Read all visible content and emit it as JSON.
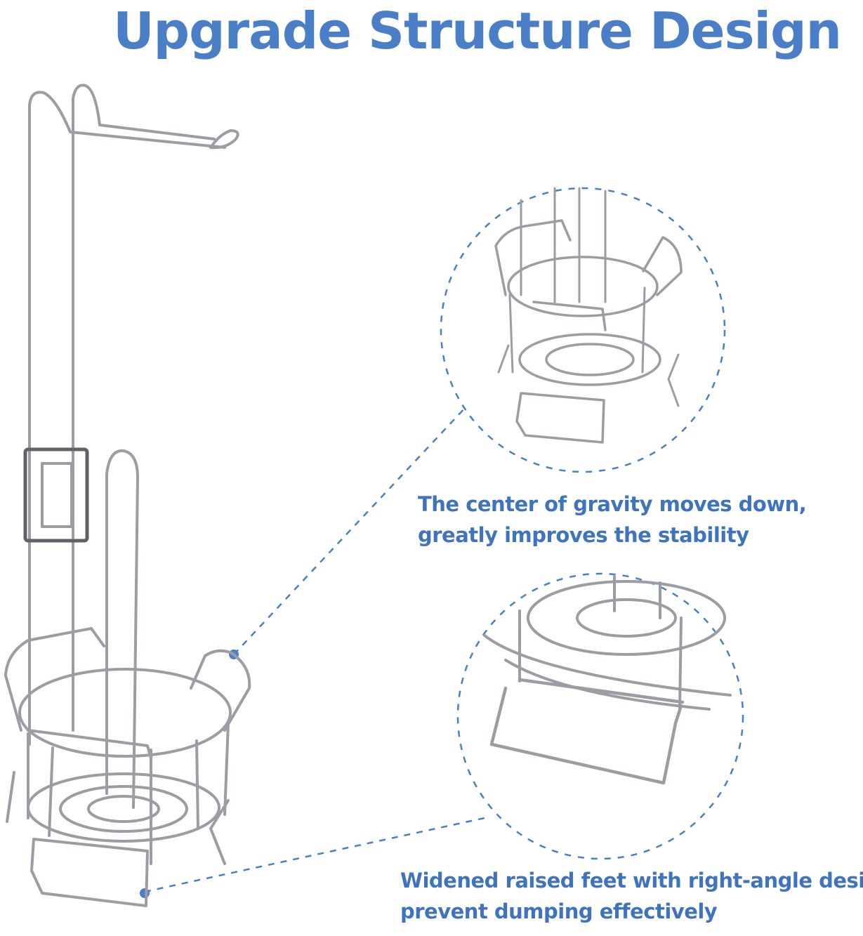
{
  "title": "Upgrade Structure Design",
  "callouts": [
    {
      "line1": "The center of gravity moves down,",
      "line2": "greatly improves the stability"
    },
    {
      "line1": "Widened raised feet with  right-angle design,",
      "line2": "prevent dumping effectively"
    }
  ],
  "colors": {
    "accent": "#4a7ec6",
    "text": "#3f74bd",
    "metal": "#9a9da3",
    "metal_dark": "#5f6268"
  }
}
